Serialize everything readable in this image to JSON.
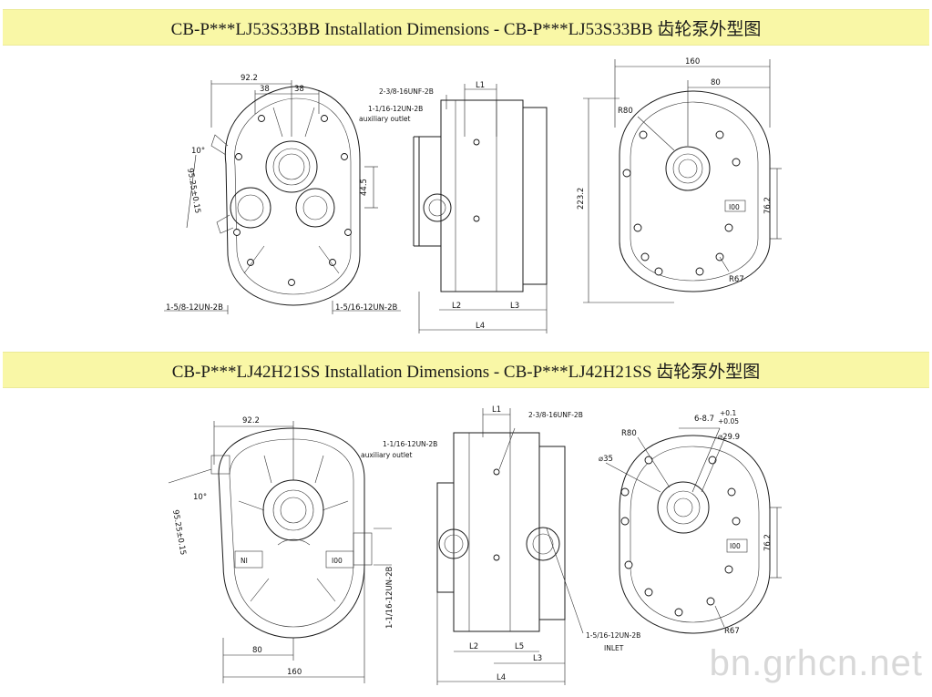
{
  "banners": [
    {
      "title": "CB-P***LJ53S33BB Installation Dimensions - CB-P***LJ53S33BB 齿轮泵外型图"
    },
    {
      "title": "CB-P***LJ42H21SS Installation Dimensions - CB-P***LJ42H21SS 齿轮泵外型图"
    }
  ],
  "top": {
    "front": {
      "d_92_2": "92.2",
      "d_38a": "38",
      "d_38b": "38",
      "d_10": "10°",
      "d_95": "95.25±0.15",
      "d_44_5": "44.5",
      "port_left": "1-5/8-12UN-2B",
      "port_right": "1-5/16-12UN-2B"
    },
    "side": {
      "thread": "2-3/8-16UNF-2B",
      "aux1": "1-1/16-12UN-2B",
      "aux2": "auxiliary outlet",
      "L1": "L1",
      "L2": "L2",
      "L3": "L3",
      "L4": "L4"
    },
    "rear": {
      "d_160": "160",
      "d_80": "80",
      "r80": "R80",
      "d_223": "223.2",
      "d_76": "76.2",
      "r67": "R67",
      "tag": "I00"
    }
  },
  "bottom": {
    "front": {
      "d_92_2": "92.2",
      "d_10": "10°",
      "d_95": "95.25±0.15",
      "port": "1-1/16-12UN-2B",
      "tag_l": "NI",
      "tag_r": "I00",
      "d_80": "80",
      "d_160": "160"
    },
    "side": {
      "thread": "2-3/8-16UNF-2B",
      "aux1": "1-1/16-12UN-2B",
      "aux2": "auxiliary outlet",
      "L1": "L1",
      "L2": "L2",
      "L5": "L5",
      "L3": "L3",
      "L4": "L4",
      "inlet_thread": "1-5/16-12UN-2B",
      "inlet": "INLET"
    },
    "rear": {
      "key": "6-8.7",
      "key_tol_up": "+0.1",
      "key_tol_dn": "+0.05",
      "r80": "R80",
      "d_29_9": "⌀29.9",
      "d_35": "⌀35",
      "d_76": "76.2",
      "r67": "R67",
      "tag": "I00"
    }
  },
  "watermark": "bn.grhcn.net"
}
